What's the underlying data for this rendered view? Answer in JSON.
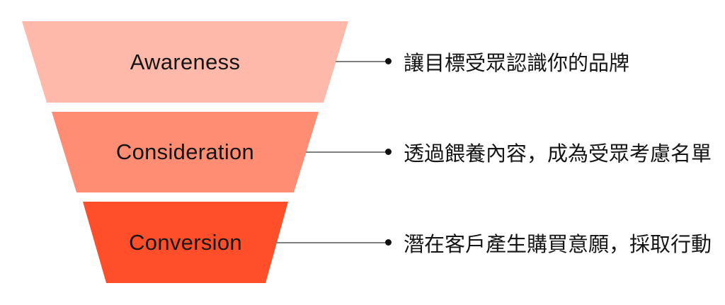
{
  "diagram": {
    "type": "funnel",
    "stages": [
      {
        "label": "Awareness",
        "description": "讓目標受眾認識你的品牌",
        "color": "#FFB9AB"
      },
      {
        "label": "Consideration",
        "description": "透過餵養內容，成為受眾考慮名單",
        "color": "#FF8D73"
      },
      {
        "label": "Conversion",
        "description": "潛在客戶產生購買意願，採取行動",
        "color": "#FF4E2A"
      }
    ],
    "style": {
      "connector_color": "#808080",
      "bullet_color": "#111111",
      "text_color": "#151515",
      "background_color": "#FFFFFF"
    }
  }
}
